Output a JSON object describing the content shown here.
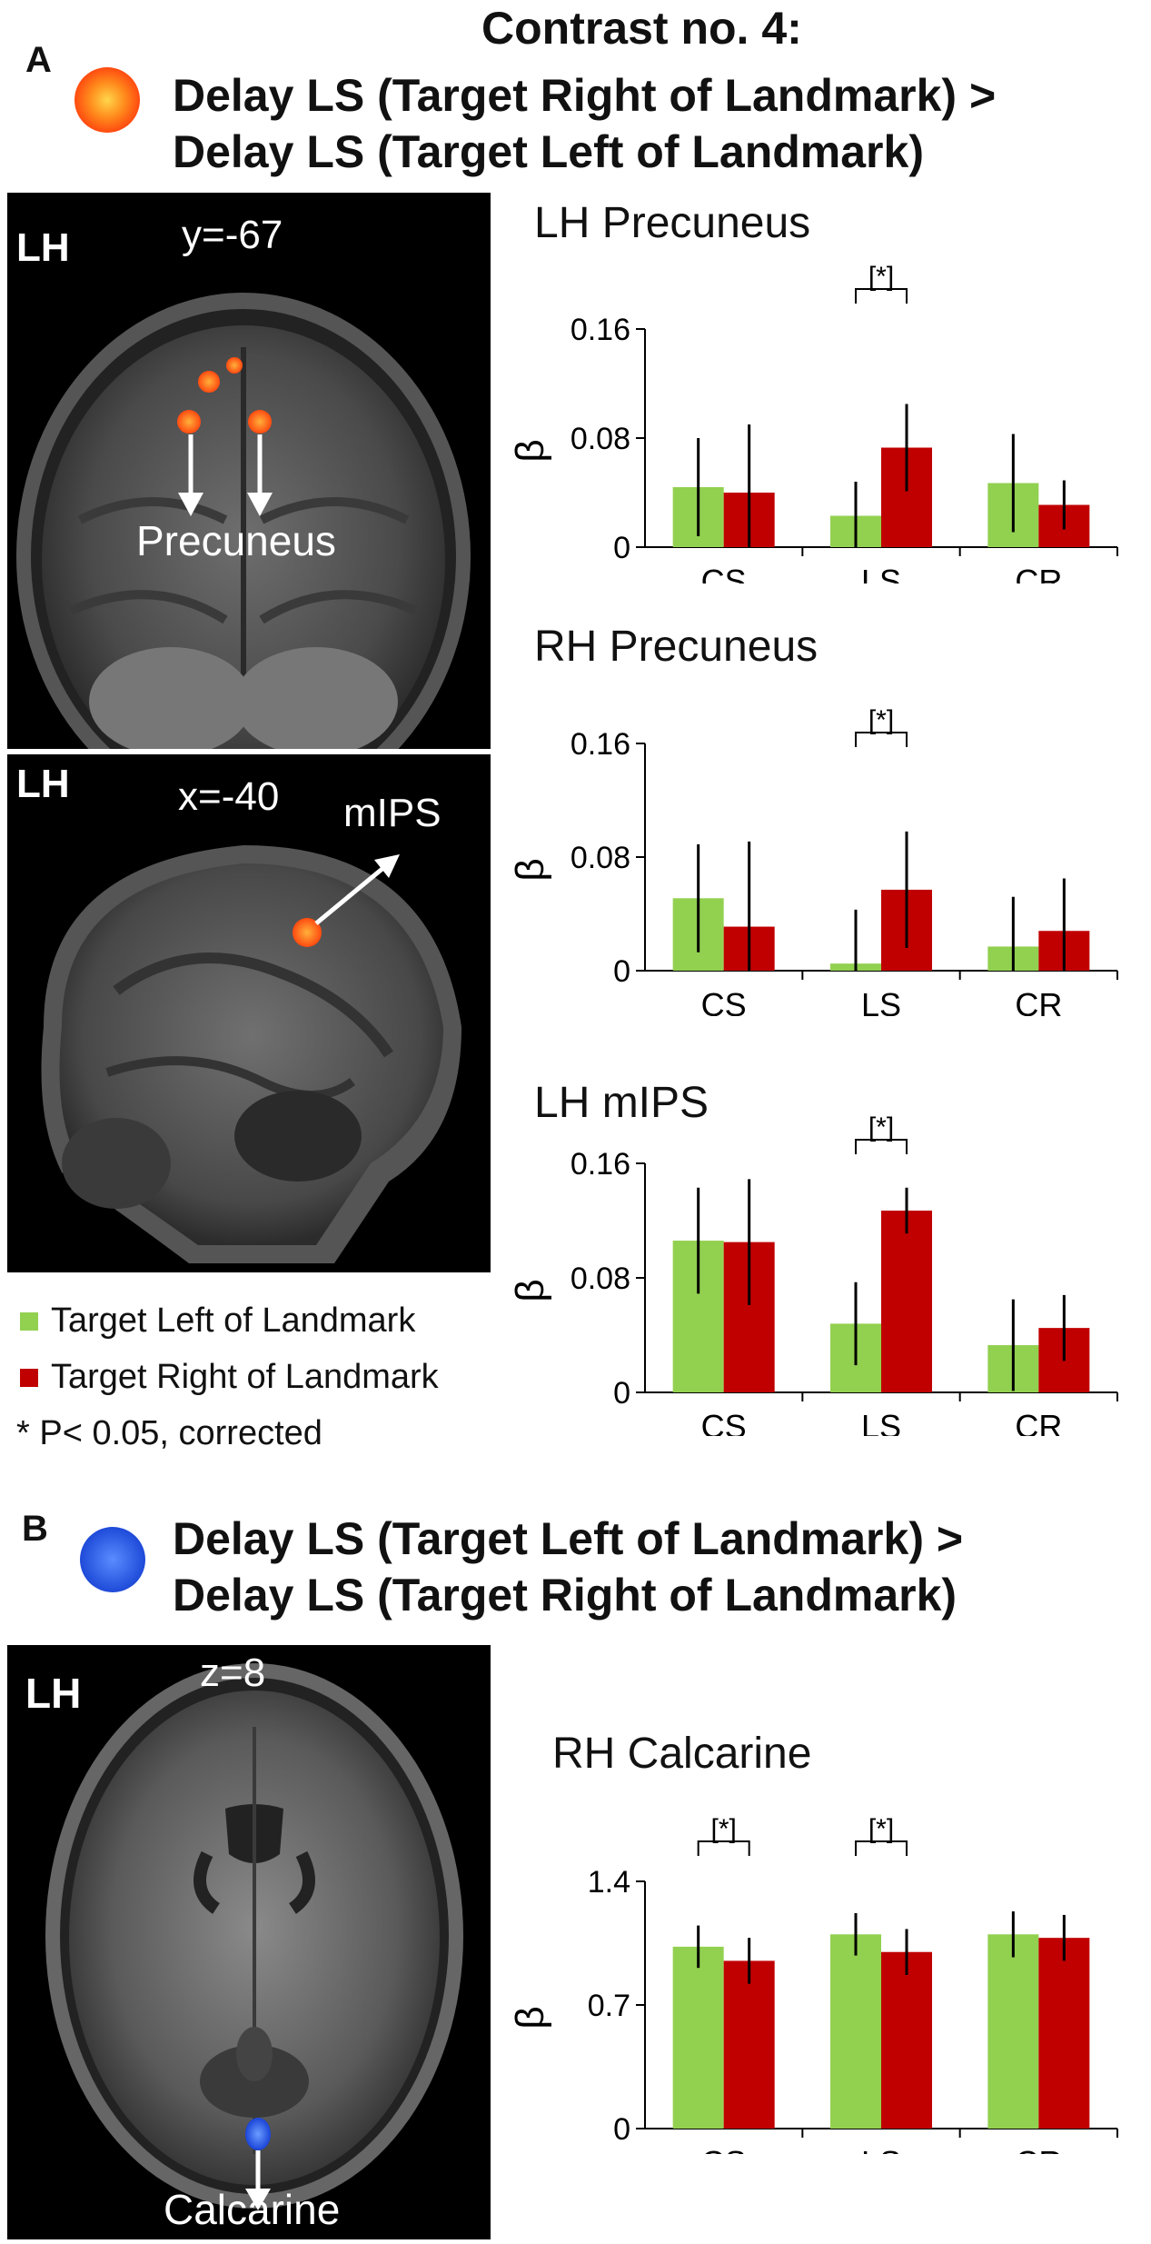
{
  "colors": {
    "target_left": "#92d050",
    "target_right": "#c00000",
    "blob_orange": "#ff5a14",
    "blob_blue": "#1e5aff"
  },
  "panel_a": {
    "letter": "A",
    "contrast_title": "Contrast no. 4:",
    "heading_line1": "Delay LS (Target Right of Landmark) >",
    "heading_line2": "Delay LS (Target Left of Landmark)",
    "blob_icon": "orange-activation-blob-icon"
  },
  "panel_b": {
    "letter": "B",
    "heading_line1": "Delay LS (Target Left of Landmark) >",
    "heading_line2": "Delay LS (Target Right of Landmark)",
    "blob_icon": "blue-activation-blob-icon"
  },
  "brains": {
    "coronal": {
      "hemisphere": "LH",
      "slice": "y=-67",
      "region": "Precuneus"
    },
    "sagittal": {
      "hemisphere": "LH",
      "slice": "x=-40",
      "region": "mIPS"
    },
    "axial": {
      "hemisphere": "LH",
      "slice": "z=8",
      "region": "Calcarine"
    }
  },
  "legend": {
    "left": "Target Left of Landmark",
    "right": "Target Right of Landmark",
    "note": "* P< 0.05, corrected"
  },
  "chart_data": [
    {
      "type": "bar",
      "title": "LH Precuneus",
      "ylabel": "β",
      "categories": [
        "CS",
        "LS",
        "CR"
      ],
      "ylim": [
        0,
        0.16
      ],
      "yticks": [
        "0",
        "0.08",
        "0.16"
      ],
      "series": [
        {
          "name": "Target Left of Landmark",
          "values": [
            0.044,
            0.023,
            0.047
          ],
          "errors": [
            0.036,
            0.025,
            0.036
          ]
        },
        {
          "name": "Target Right of Landmark",
          "values": [
            0.04,
            0.073,
            0.031
          ],
          "errors": [
            0.05,
            0.032,
            0.018
          ]
        }
      ],
      "significance": [
        {
          "category": "LS",
          "label": "[*]"
        }
      ]
    },
    {
      "type": "bar",
      "title": "RH Precuneus",
      "ylabel": "β",
      "categories": [
        "CS",
        "LS",
        "CR"
      ],
      "ylim": [
        0,
        0.16
      ],
      "yticks": [
        "0",
        "0.08",
        "0.16"
      ],
      "series": [
        {
          "name": "Target Left of Landmark",
          "values": [
            0.051,
            0.005,
            0.017
          ],
          "errors": [
            0.038,
            0.038,
            0.035
          ]
        },
        {
          "name": "Target Right of Landmark",
          "values": [
            0.031,
            0.057,
            0.028
          ],
          "errors": [
            0.06,
            0.041,
            0.037
          ]
        }
      ],
      "significance": [
        {
          "category": "LS",
          "label": "[*]"
        }
      ]
    },
    {
      "type": "bar",
      "title": "LH mIPS",
      "ylabel": "β",
      "categories": [
        "CS",
        "LS",
        "CR"
      ],
      "ylim": [
        0,
        0.16
      ],
      "yticks": [
        "0",
        "0.08",
        "0.16"
      ],
      "series": [
        {
          "name": "Target Left of Landmark",
          "values": [
            0.106,
            0.048,
            0.033
          ],
          "errors": [
            0.037,
            0.029,
            0.032
          ]
        },
        {
          "name": "Target Right of Landmark",
          "values": [
            0.105,
            0.127,
            0.045
          ],
          "errors": [
            0.044,
            0.016,
            0.023
          ]
        }
      ],
      "significance": [
        {
          "category": "LS",
          "label": "[*]"
        }
      ]
    },
    {
      "type": "bar",
      "title": "RH Calcarine",
      "ylabel": "β",
      "categories": [
        "CS",
        "LS",
        "CR"
      ],
      "ylim": [
        0,
        1.4
      ],
      "yticks": [
        "0",
        "0.7",
        "1.4"
      ],
      "series": [
        {
          "name": "Target Left of Landmark",
          "values": [
            1.03,
            1.1,
            1.1
          ],
          "errors": [
            0.12,
            0.12,
            0.13
          ]
        },
        {
          "name": "Target Right of Landmark",
          "values": [
            0.95,
            1.0,
            1.08
          ],
          "errors": [
            0.13,
            0.13,
            0.13
          ]
        }
      ],
      "significance": [
        {
          "category": "CS",
          "label": "[*]"
        },
        {
          "category": "LS",
          "label": "[*]"
        }
      ]
    }
  ]
}
